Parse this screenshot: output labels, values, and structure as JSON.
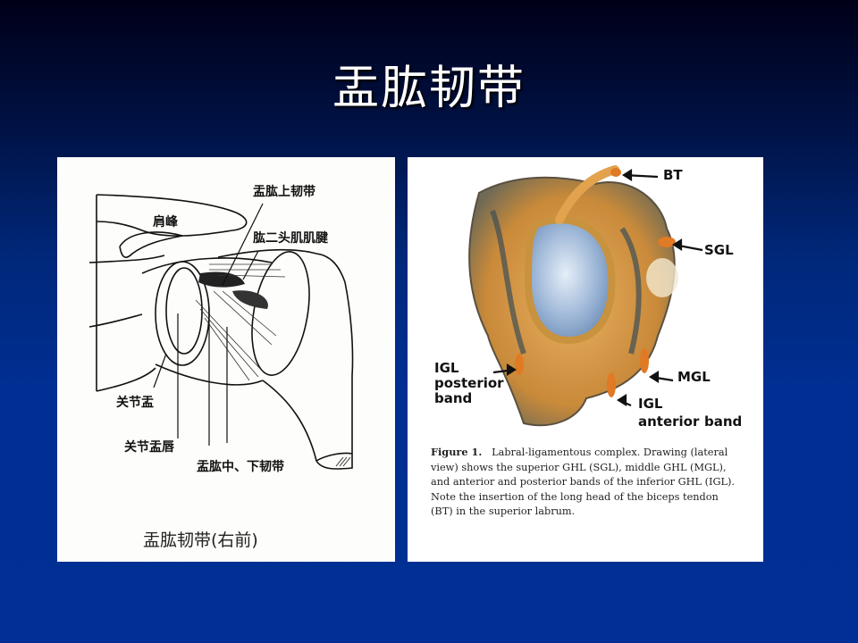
{
  "slide": {
    "title": "盂肱韧带",
    "background_colors": [
      "#000018",
      "#001040",
      "#00287a",
      "#003095"
    ]
  },
  "left_figure": {
    "labels": {
      "superior_ghl": "盂肱上韧带",
      "acromion": "肩峰",
      "biceps_tendon": "肱二头肌肌腱",
      "glenoid": "关节盂",
      "glenoid_labrum": "关节盂唇",
      "middle_inferior_ghl": "盂肱中、下韧带"
    },
    "caption": "盂肱韧带(右前)"
  },
  "right_figure": {
    "labels": {
      "bt": "BT",
      "sgl": "SGL",
      "mgl": "MGL",
      "igl_posterior_1": "IGL",
      "igl_posterior_2": "posterior",
      "igl_posterior_3": "band",
      "igl_anterior_1": "IGL",
      "igl_anterior_2": "anterior",
      "igl_anterior_3": "band"
    },
    "caption": {
      "figure_label": "Figure 1.",
      "text": "Labral-ligamentous complex. Drawing (lateral view) shows the superior GHL (SGL), middle GHL (MGL), and anterior and posterior bands of the inferior GHL (IGL). Note the insertion of the long head of the biceps tendon (BT) in the superior labrum."
    }
  }
}
